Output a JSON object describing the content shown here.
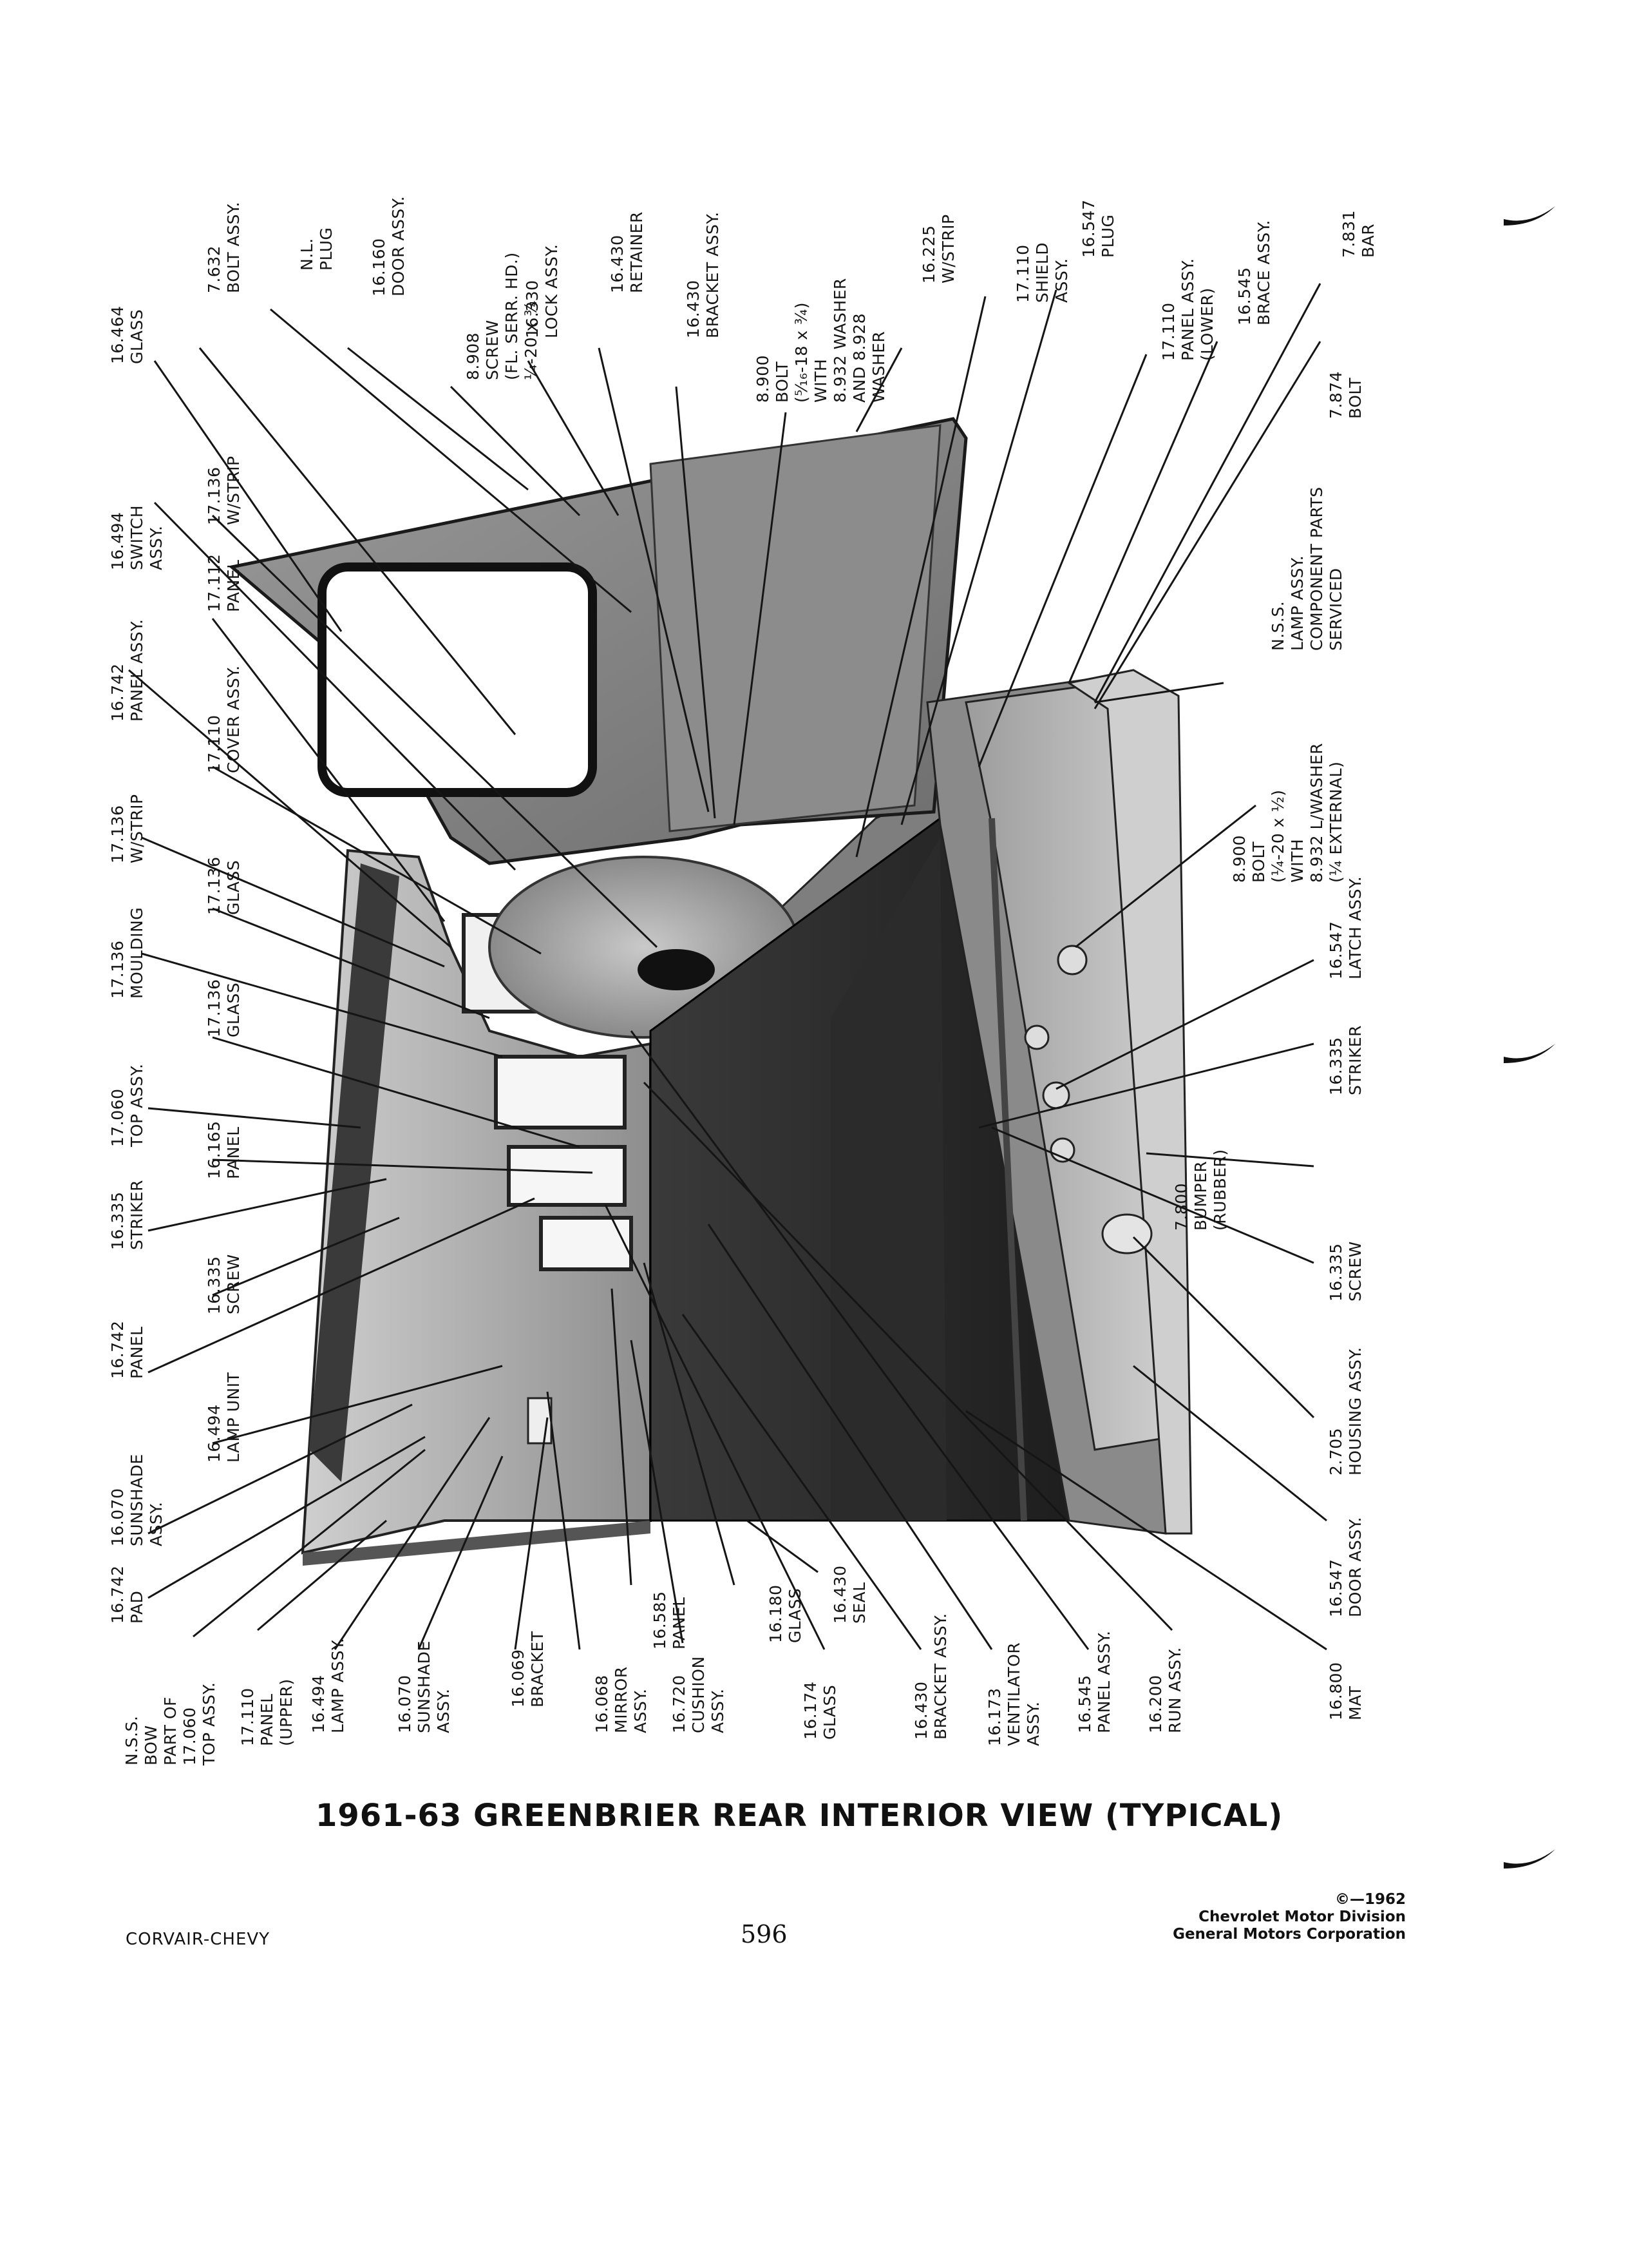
{
  "title": "1961-63 GREENBRIER REAR INTERIOR VIEW (TYPICAL)",
  "footer": {
    "left": "CORVAIR-CHEVY",
    "page_number": "596",
    "copyright": [
      "©—1962",
      "Chevrolet Motor Division",
      "General Motors Corporation"
    ]
  },
  "callouts_top": [
    [
      "16.464",
      "GLASS"
    ],
    [
      "7.632",
      "BOLT ASSY."
    ],
    [
      "N.L.",
      "PLUG"
    ],
    [
      "16.160",
      "DOOR ASSY."
    ],
    [
      "8.908",
      "SCREW",
      "(FL. SERR. HD.)",
      "¼-20 x ¾"
    ],
    [
      "16.330",
      "LOCK ASSY."
    ],
    [
      "16.430",
      "RETAINER"
    ],
    [
      "16.430",
      "BRACKET ASSY."
    ],
    [
      "8.900",
      "BOLT",
      "(⁵⁄₁₆-18 x ¾)",
      "WITH",
      "8.932 WASHER",
      "AND 8.928",
      "WASHER"
    ],
    [
      "16.225",
      "W/STRIP"
    ],
    [
      "17.110",
      "SHIELD",
      "ASSY."
    ],
    [
      "16.547",
      "PLUG"
    ],
    [
      "17.110",
      "PANEL ASSY.",
      "(LOWER)"
    ],
    [
      "16.545",
      "BRACE ASSY."
    ],
    [
      "7.831",
      "BAR"
    ]
  ],
  "callouts_left": [
    [
      "16.494",
      "SWITCH",
      "ASSY."
    ],
    [
      "17.136",
      "W/STRIP"
    ],
    [
      "17.112",
      "PANEL"
    ],
    [
      "16.742",
      "PANEL ASSY."
    ],
    [
      "17.110",
      "COVER ASSY."
    ],
    [
      "17.136",
      "W/STRIP"
    ],
    [
      "17.136",
      "GLASS"
    ],
    [
      "17.136",
      "MOULDING"
    ],
    [
      "17.136",
      "GLASS"
    ],
    [
      "17.060",
      "TOP ASSY."
    ],
    [
      "16.165",
      "PANEL"
    ],
    [
      "16.335",
      "STRIKER"
    ],
    [
      "16.335",
      "SCREW"
    ],
    [
      "16.742",
      "PANEL"
    ],
    [
      "16.494",
      "LAMP UNIT"
    ],
    [
      "16.070",
      "SUNSHADE",
      "ASSY."
    ],
    [
      "16.742",
      "PAD"
    ]
  ],
  "callouts_bottom": [
    [
      "N.S.S.",
      "BOW",
      "PART OF",
      "17.060",
      "TOP ASSY."
    ],
    [
      "17.110",
      "PANEL",
      "(UPPER)"
    ],
    [
      "16.494",
      "LAMP ASSY."
    ],
    [
      "16.070",
      "SUNSHADE",
      "ASSY."
    ],
    [
      "16.069",
      "BRACKET"
    ],
    [
      "16.068",
      "MIRROR",
      "ASSY."
    ],
    [
      "16.585",
      "PANEL"
    ],
    [
      "16.720",
      "CUSHION",
      "ASSY."
    ],
    [
      "16.180",
      "GLASS"
    ],
    [
      "16.430",
      "SEAL"
    ],
    [
      "16.174",
      "GLASS"
    ],
    [
      "16.430",
      "BRACKET ASSY."
    ],
    [
      "16.173",
      "VENTILATOR",
      "ASSY."
    ],
    [
      "16.545",
      "PANEL ASSY."
    ],
    [
      "16.200",
      "RUN ASSY."
    ],
    [
      "16.800",
      "MAT"
    ]
  ],
  "callouts_right": [
    [
      "7.874",
      "BOLT"
    ],
    [
      "N.S.S.",
      "LAMP ASSY.",
      "COMPONENT PARTS",
      "SERVICED"
    ],
    [
      "8.900",
      "BOLT",
      "(¼-20 x ½)",
      "WITH",
      "8.932 L/WASHER",
      "(¼ EXTERNAL)"
    ],
    [
      "16.547",
      "LATCH ASSY."
    ],
    [
      "16.335",
      "STRIKER"
    ],
    [
      "7.800",
      "BUMPER",
      "(RUBBER)"
    ],
    [
      "16.335",
      "SCREW"
    ],
    [
      "2.705",
      "HOUSING ASSY."
    ],
    [
      "16.547",
      "DOOR ASSY."
    ]
  ]
}
